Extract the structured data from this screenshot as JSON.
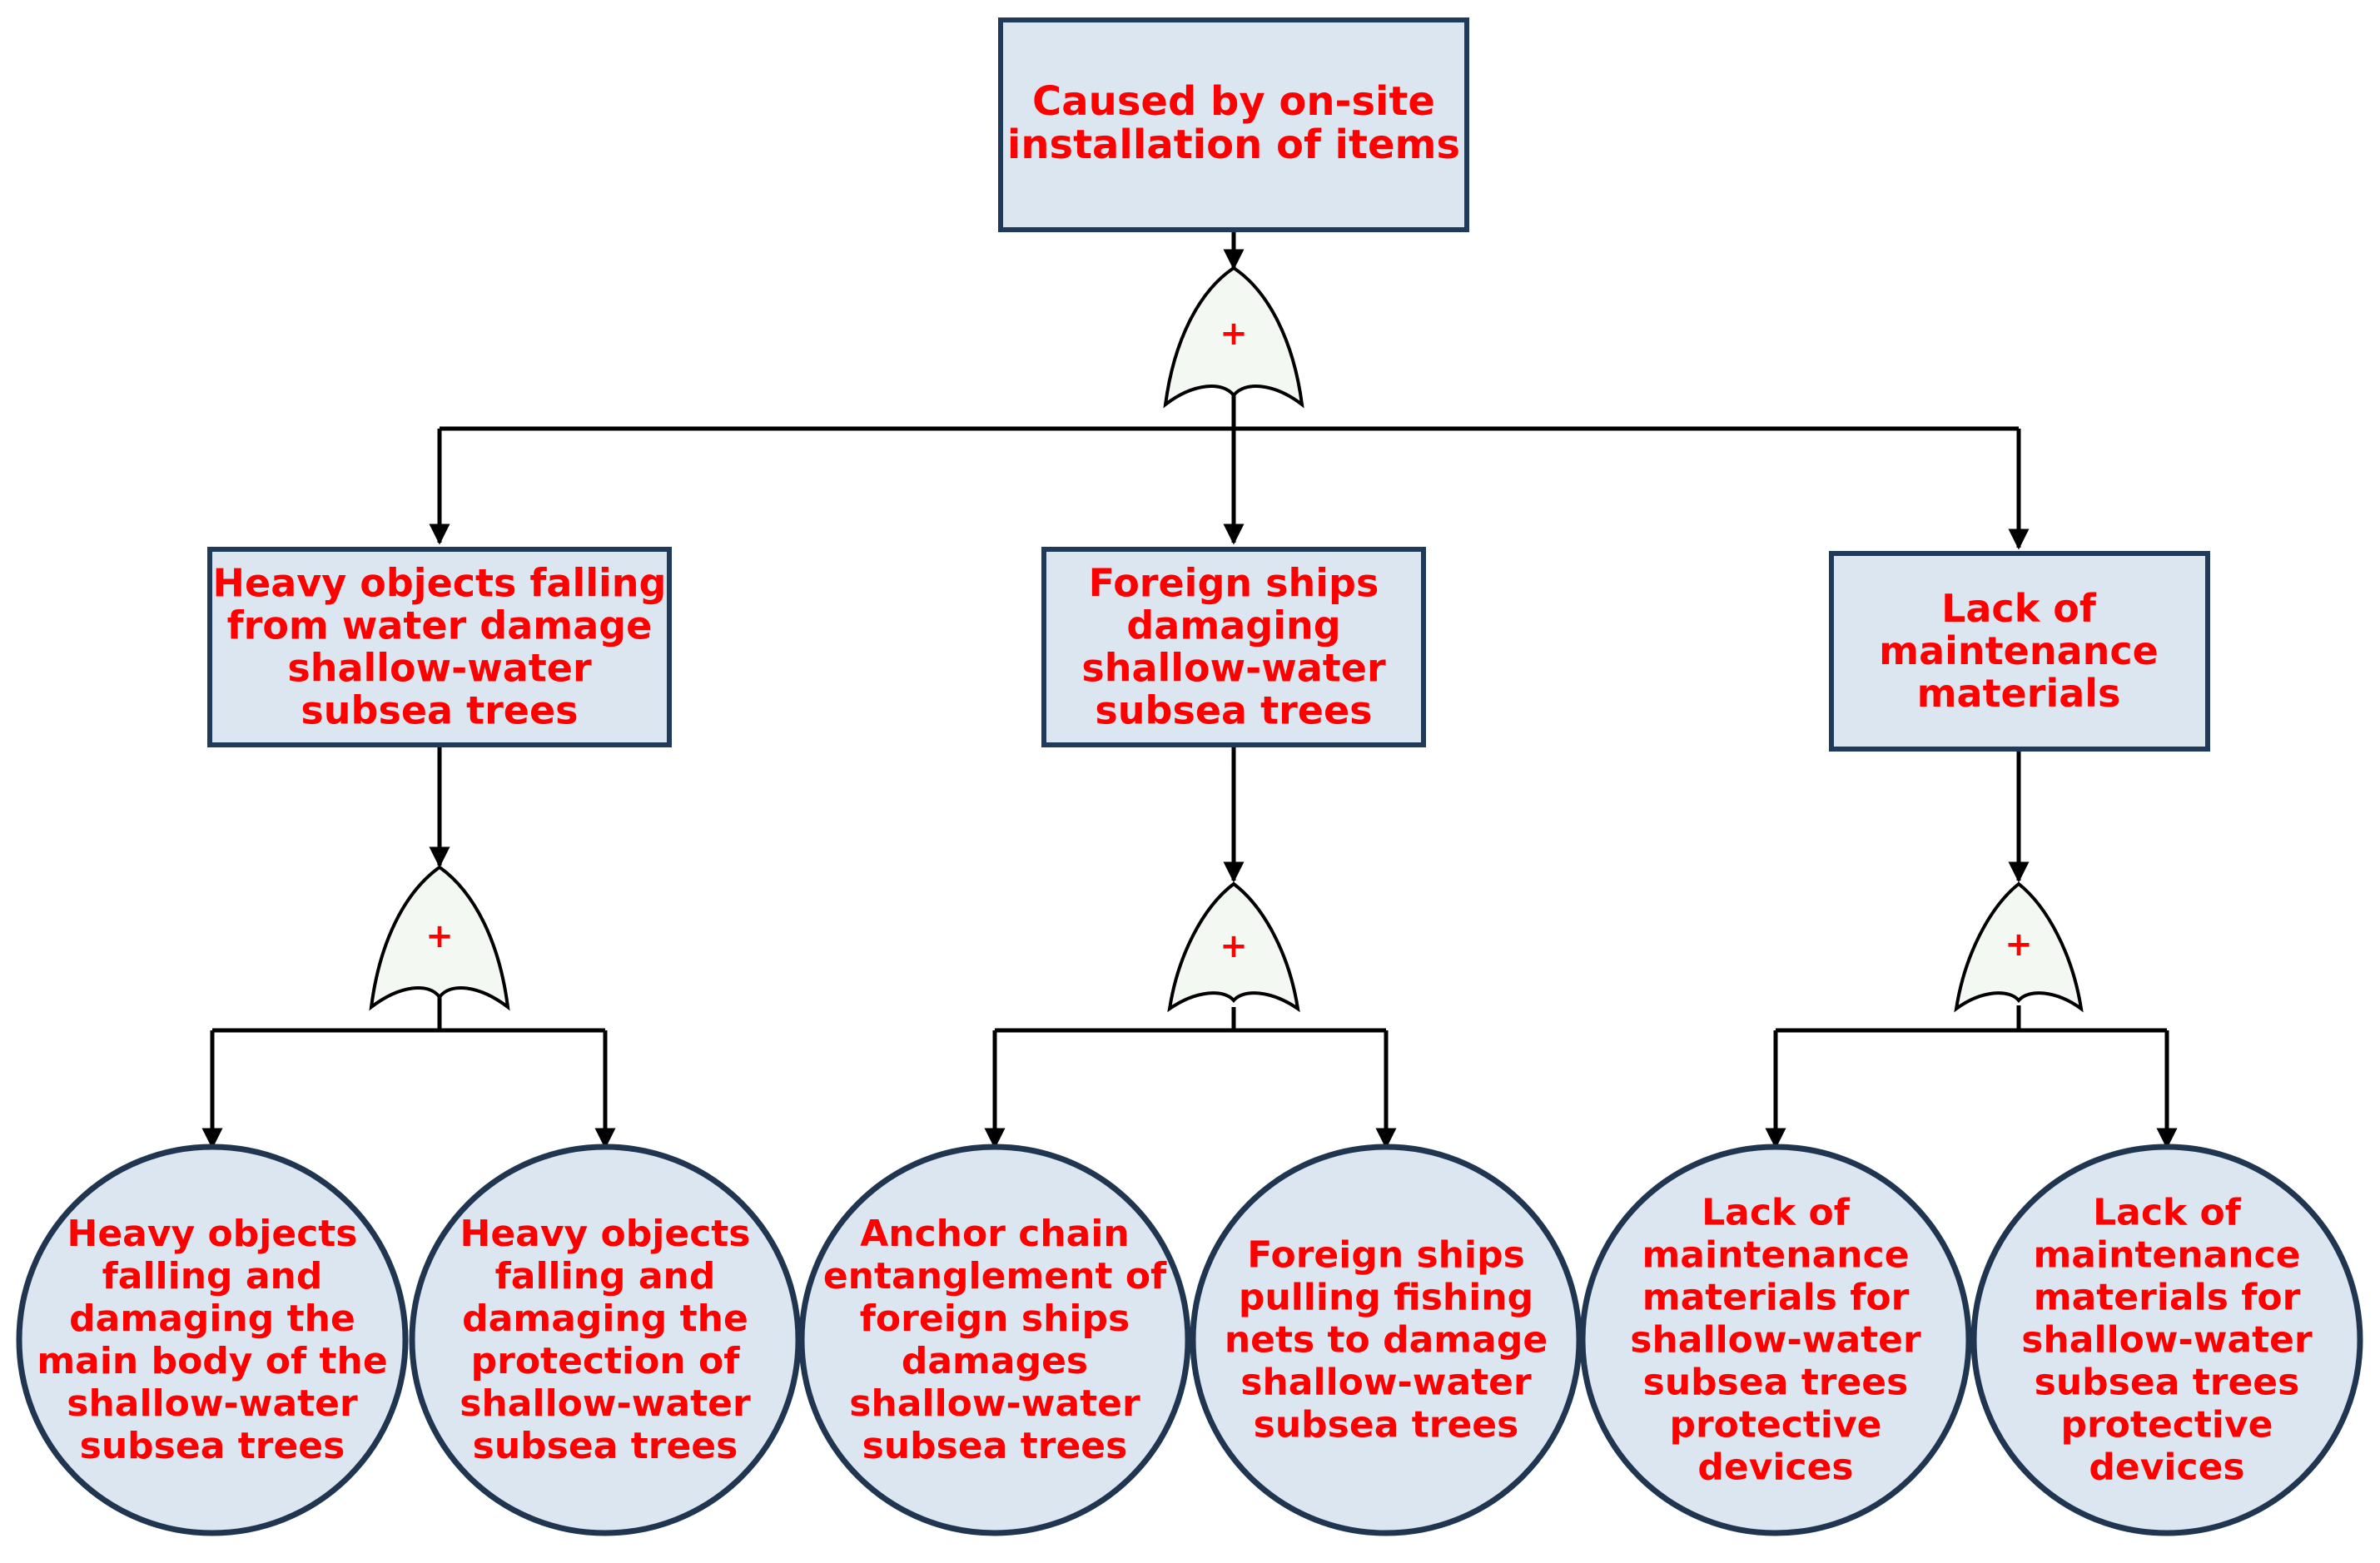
{
  "gate_symbol": "+",
  "top_event": {
    "lines": [
      "Caused by on-site",
      "installation of items"
    ]
  },
  "intermediate_events": [
    {
      "lines": [
        "Heavy objects falling",
        "from water damage",
        "shallow-water",
        "subsea trees"
      ]
    },
    {
      "lines": [
        "Foreign ships",
        "damaging",
        "shallow-water",
        "subsea trees"
      ]
    },
    {
      "lines": [
        "Lack of",
        "maintenance",
        "materials"
      ]
    }
  ],
  "basic_events": [
    {
      "lines": [
        "Heavy objects",
        "falling and",
        "damaging the",
        "main body of the",
        "shallow-water",
        "subsea trees"
      ]
    },
    {
      "lines": [
        "Heavy objects",
        "falling and",
        "damaging the",
        "protection of",
        "shallow-water",
        "subsea trees"
      ]
    },
    {
      "lines": [
        "Anchor chain",
        "entanglement of",
        "foreign ships",
        "damages",
        "shallow-water",
        "subsea trees"
      ]
    },
    {
      "lines": [
        "Foreign ships",
        "pulling fishing",
        "nets to damage",
        "shallow-water",
        "subsea trees"
      ]
    },
    {
      "lines": [
        "Lack of",
        "maintenance",
        "materials for",
        "shallow-water",
        "subsea trees",
        "protective",
        "devices"
      ]
    },
    {
      "lines": [
        "Lack of",
        "maintenance",
        "materials for",
        "shallow-water",
        "subsea trees",
        "protective",
        "devices"
      ]
    }
  ],
  "colors": {
    "text": "#ff0000",
    "box_fill": "#dce6f0",
    "box_stroke": "#203a5c",
    "gate_fill": "#f3f8f3"
  }
}
